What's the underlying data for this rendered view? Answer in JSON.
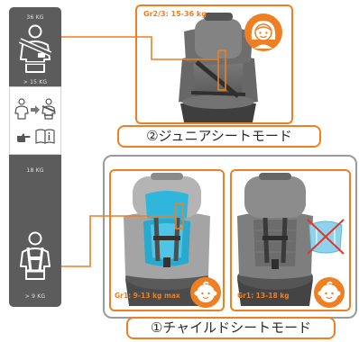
{
  "strip": {
    "top_weight": "36 KG",
    "upper_min": "> 15 KG",
    "mid_weight": "18 KG",
    "lower_min": "> 9 KG"
  },
  "junior": {
    "group_label": "Gr2/3: 15-36 kg",
    "mode_label": "②ジュニアシートモード"
  },
  "child": {
    "panel_with_insert_label": "Gr1: 9-13 kg max",
    "panel_without_insert_label": "Gr1: 13-18 kg",
    "mode_label": "①チャイルドシートモード"
  },
  "icons": {
    "strip_upper": "child-seatbelt-icon",
    "strip_lower": "child-harness-icon",
    "conversion": [
      "child-icon",
      "arrow-right-icon",
      "child-seatbelt-icon"
    ],
    "manual": [
      "hand-pointing-icon",
      "manual-book-icon"
    ],
    "junior_badge": "child-face-icon",
    "child_badge": "baby-face-icon",
    "removed_part": "insert-cushion-crossed-icon"
  },
  "colors": {
    "accent": "#ee7f23",
    "strip": "#5c5c5c",
    "frame": "#9a9a9a",
    "insert": "#2eb1d6",
    "cross": "#e5322d"
  }
}
